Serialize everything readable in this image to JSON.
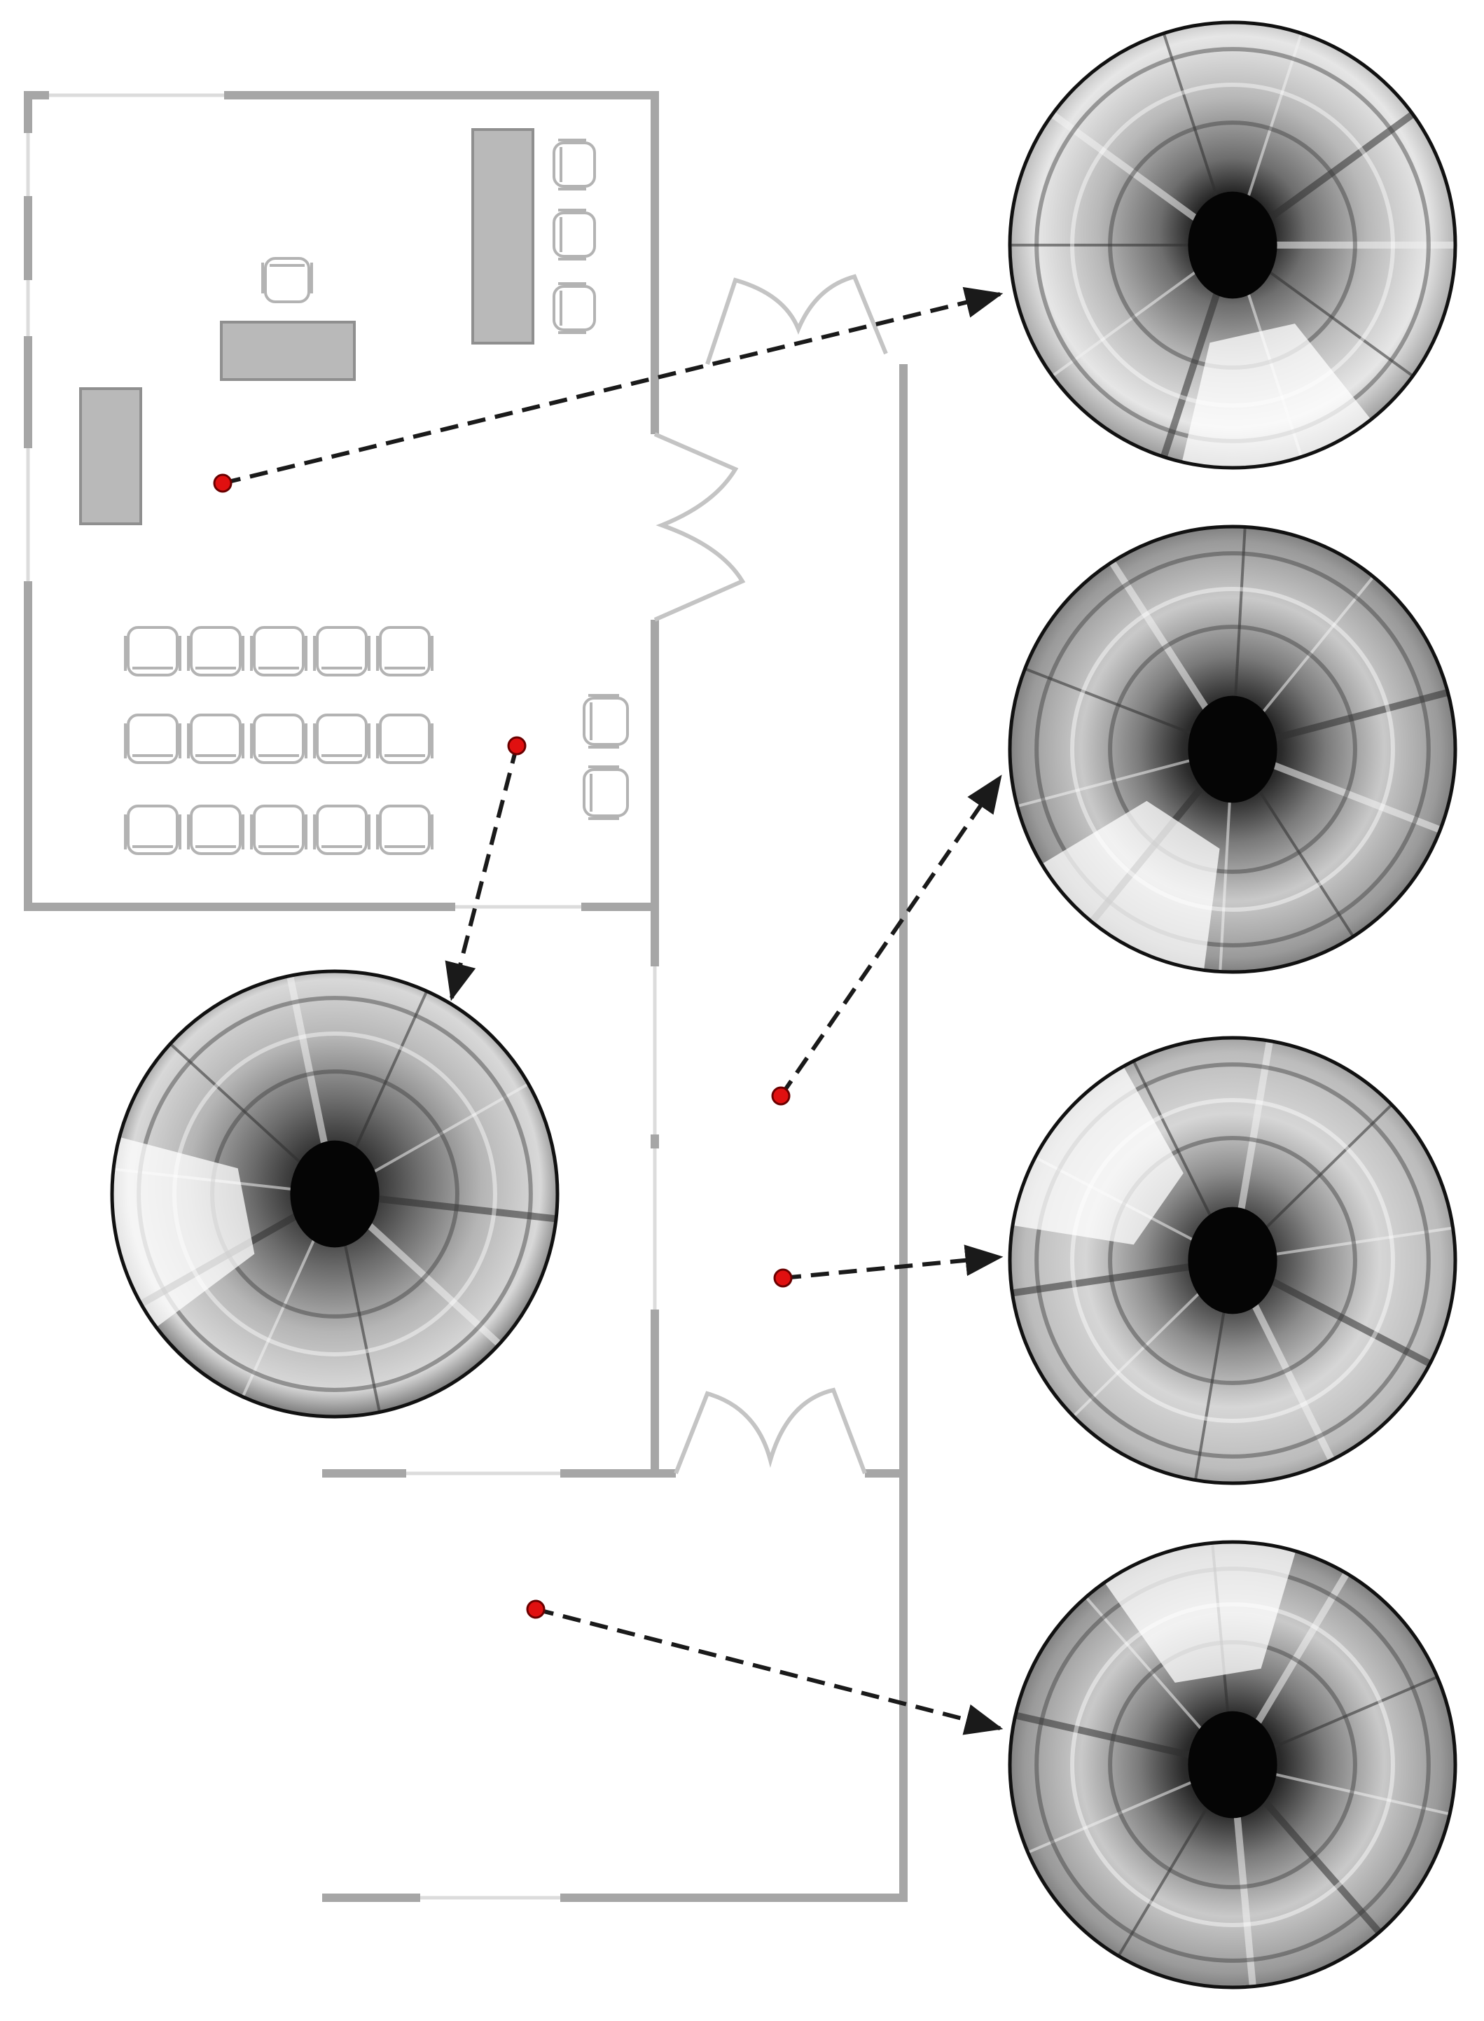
{
  "figure": {
    "colors": {
      "wall": "#a6a6a6",
      "opening": "#dcdcdc",
      "furniture_fill": "#b9b9b9",
      "furniture_stroke": "#8f8f8f",
      "chair_stroke": "#b3b3b3",
      "marker": "#e01010",
      "marker_stroke": "#6a0000",
      "arrow": "#1a1a1a",
      "panorama_rim": "#111111"
    },
    "floorplan": {
      "rooms": [
        "office-room",
        "corridor",
        "lower-room"
      ],
      "furniture": [
        "cabinet-left",
        "desk",
        "cabinet-right",
        "chair-at-desk",
        "chairs-right-column",
        "chair-grid-3x5",
        "chairs-by-wall"
      ]
    },
    "capture_points": [
      {
        "id": "office-desk-area",
        "panorama": "panorama-office-desk",
        "icon": "camera-position-marker"
      },
      {
        "id": "office-seating-area",
        "panorama": "panorama-office-seating",
        "icon": "camera-position-marker"
      },
      {
        "id": "corridor-upper",
        "panorama": "panorama-corridor-upper",
        "icon": "camera-position-marker"
      },
      {
        "id": "corridor-lower",
        "panorama": "panorama-corridor-lower",
        "icon": "camera-position-marker"
      },
      {
        "id": "lower-room",
        "panorama": "panorama-lower-room",
        "icon": "camera-position-marker"
      }
    ],
    "panoramas": [
      {
        "id": "panorama-office-desk",
        "tone": "bright-room"
      },
      {
        "id": "panorama-corridor-upper",
        "tone": "corridor"
      },
      {
        "id": "panorama-office-seating",
        "tone": "dark-furniture"
      },
      {
        "id": "panorama-corridor-lower",
        "tone": "corridor"
      },
      {
        "id": "panorama-lower-room",
        "tone": "tiled-ceiling"
      }
    ]
  }
}
